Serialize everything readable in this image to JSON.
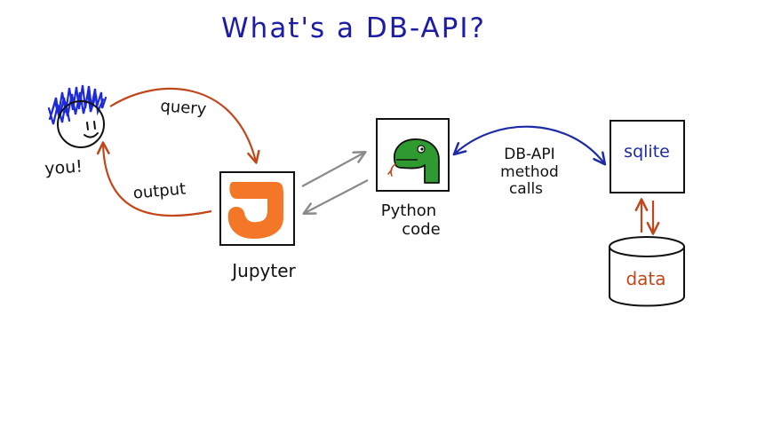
{
  "title": "What's a DB-API?",
  "labels": {
    "user": "you!",
    "query": "query",
    "output": "output",
    "jupyter": "Jupyter",
    "python_line1": "Python",
    "python_line2": "code",
    "dbapi_line1": "DB-API",
    "dbapi_line2": "method",
    "dbapi_line3": "calls",
    "sqlite": "sqlite",
    "data": "data"
  },
  "colors": {
    "title": "#1c1ca6",
    "ink": "#111111",
    "rust": "#c2461a",
    "blue": "#1c2aa6",
    "gray": "#8a8a8a",
    "jupyter_orange": "#f37726",
    "snake_green": "#2f9a2f",
    "hair_blue": "#1c2ad8"
  },
  "icons": {
    "user": "stick-figure-face-icon",
    "jupyter": "jupyter-logo-icon",
    "python": "snake-head-icon",
    "data": "database-cylinder-icon"
  }
}
